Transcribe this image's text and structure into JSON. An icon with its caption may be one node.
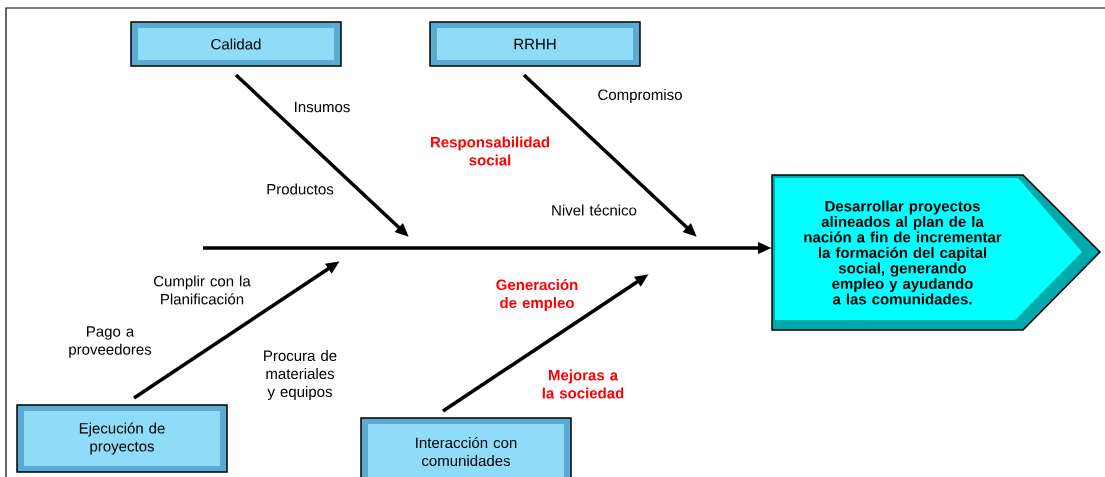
{
  "diagram": {
    "nodes": [
      {
        "text": [
          "Calidad"
        ]
      },
      {
        "text": [
          "RRHH"
        ]
      },
      {
        "text": [
          "Desarrollar proyectos alineados al plan de la nación a fin de incrementar la formación del capital social, generando empleo y ayudando a las comunidades."
        ]
      },
      {
        "text": [
          "Ejecución de proyectos"
        ]
      },
      {
        "text": [
          "Interacción con comunidades"
        ]
      }
    ],
    "edges": [
      {
        "from": 0,
        "to": null,
        "arrow": "to"
      },
      {
        "from": 1,
        "to": null,
        "arrow": "to"
      },
      {
        "from": null,
        "to": 2,
        "arrow": "to"
      },
      {
        "from": 3,
        "to": null,
        "arrow": "to"
      },
      {
        "from": 4,
        "to": null,
        "arrow": "to"
      }
    ],
    "labels": [
      "Compromiso",
      "Insumos",
      "Responsabilidad social",
      "Productos",
      "Nivel técnico",
      "Cumplir con la Planificación",
      "Generación de empleo",
      "Pago a proveedores",
      "Procura de materiales y equipos",
      "Mejoras a la sociedad"
    ]
  }
}
